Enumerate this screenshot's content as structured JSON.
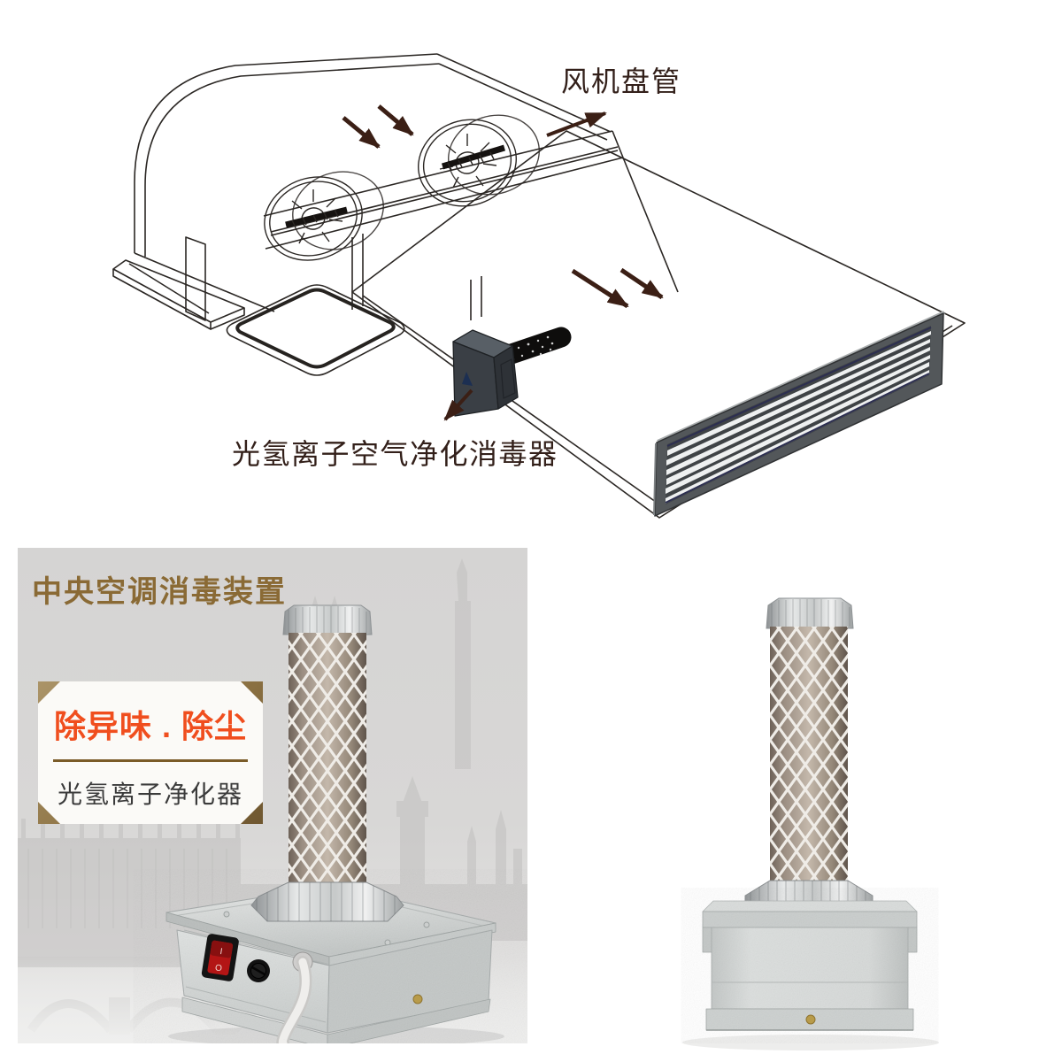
{
  "image": {
    "kind": "air-purifier product detail graphic",
    "sections": {
      "top": "fan coil installation wireframe diagram",
      "bottom_left": "product photo on gray cityscape panel",
      "bottom_right": "product photo on white background"
    }
  },
  "diagram": {
    "fan_coil_label": "风机盘管",
    "purifier_label": "光氢离子空气净化消毒器",
    "airflow_arrow_pairs": 2
  },
  "left_panel": {
    "title": "中央空调消毒装置",
    "card": {
      "headline": "除异味 . 除尘",
      "subline": "光氢离子净化器"
    }
  },
  "product": {
    "switch_on_mark": "I",
    "switch_off_mark": "O"
  },
  "icons": {
    "airflow": "airflow-arrow",
    "leader": "leader-arrow"
  },
  "colors": {
    "ink_label": "#33201a",
    "arrow_brown": "#3b1f15",
    "title_gold": "#8a6a35",
    "headline_orange": "#f04e1e",
    "divider_brown": "#7a5b28",
    "subline_gray": "#3b3b3b",
    "panel_gray": "#d7d6d5",
    "skyline_gray": "#c0bfbe",
    "grille_frame": "#53575a",
    "grille_navy": "#2c2e50",
    "switch_red": "#c01818",
    "metal_light": "#dcdedd",
    "mesh_brown": "#9b8e82",
    "card_corner_tan": "#a08a5f"
  }
}
